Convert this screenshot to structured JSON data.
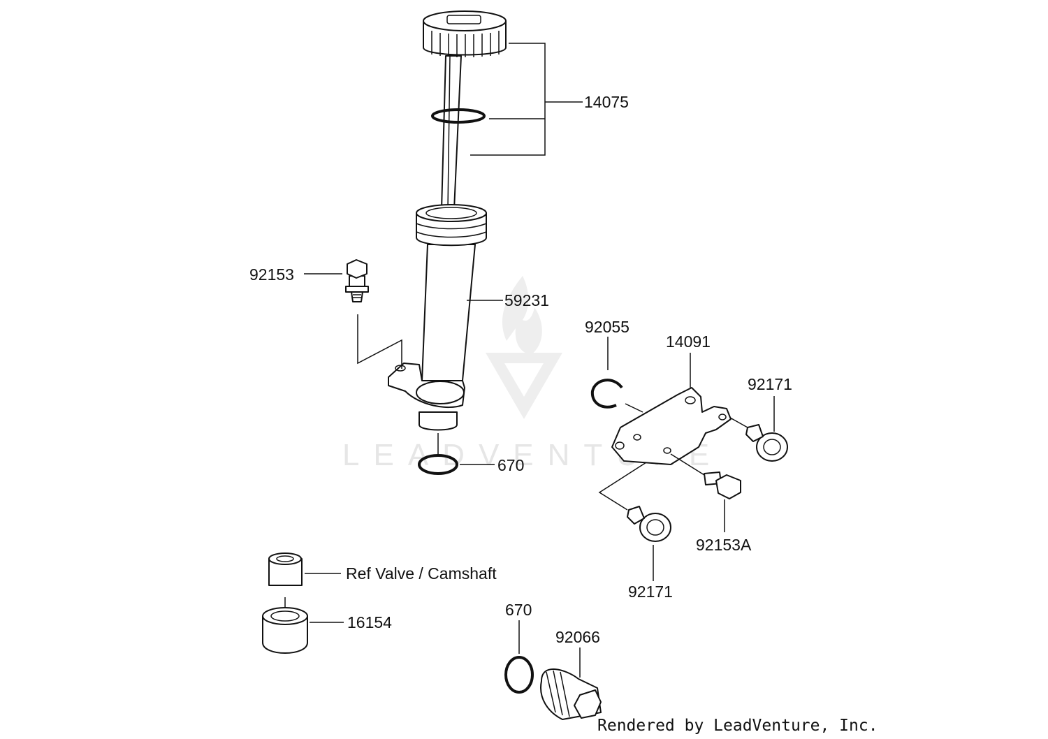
{
  "diagram": {
    "watermark_text": "LEADVENTURE",
    "credit": "Rendered by LeadVenture, Inc.",
    "labels": {
      "p14075": "14075",
      "p92153": "92153",
      "p59231": "59231",
      "p92055": "92055",
      "p14091": "14091",
      "p92171_top": "92171",
      "p670_top": "670",
      "p92153A": "92153A",
      "p92171_bottom": "92171",
      "ref_valve": "Ref Valve / Camshaft",
      "p16154": "16154",
      "p670_bottom": "670",
      "p92066": "92066"
    }
  }
}
